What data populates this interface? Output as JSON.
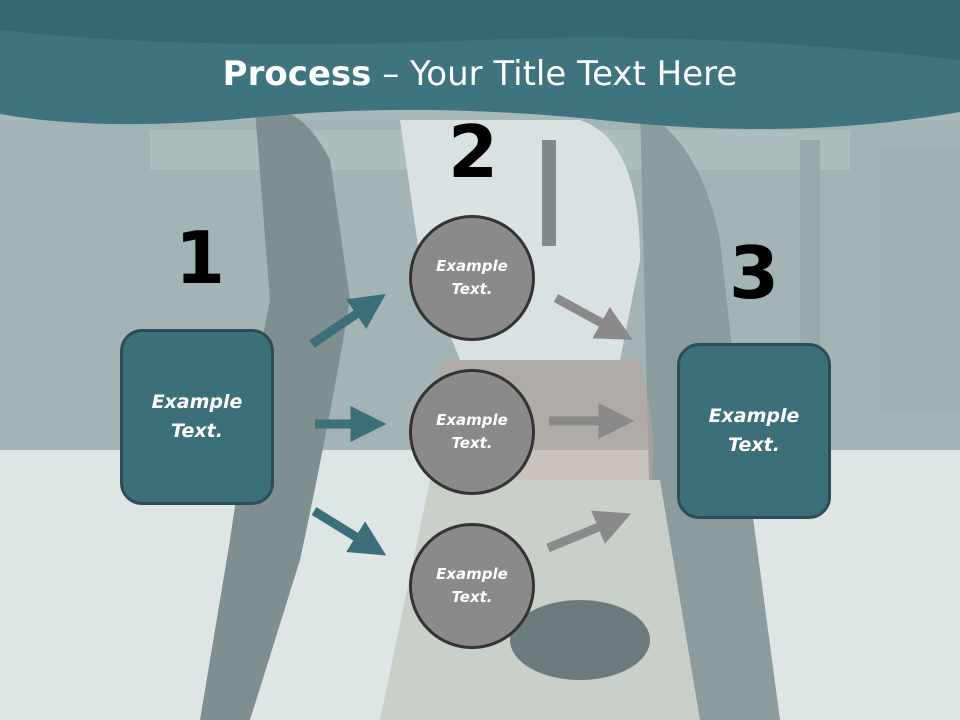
{
  "title": {
    "bold": "Process",
    "separator": " – ",
    "rest": "Your Title Text Here"
  },
  "colors": {
    "header": "#3d7480",
    "box_fill": "#3b6f7a",
    "box_border": "#2d4d56",
    "circle_fill": "#8a8a8a",
    "arrow_teal": "#3b6f7a",
    "arrow_gray": "#8a8a8a"
  },
  "steps": {
    "one": "1",
    "two": "2",
    "three": "3"
  },
  "start_box": {
    "label": "Example Text."
  },
  "circles": [
    {
      "label": "Example Text."
    },
    {
      "label": "Example Text."
    },
    {
      "label": "Example Text."
    }
  ],
  "end_box": {
    "label": "Example Text."
  }
}
